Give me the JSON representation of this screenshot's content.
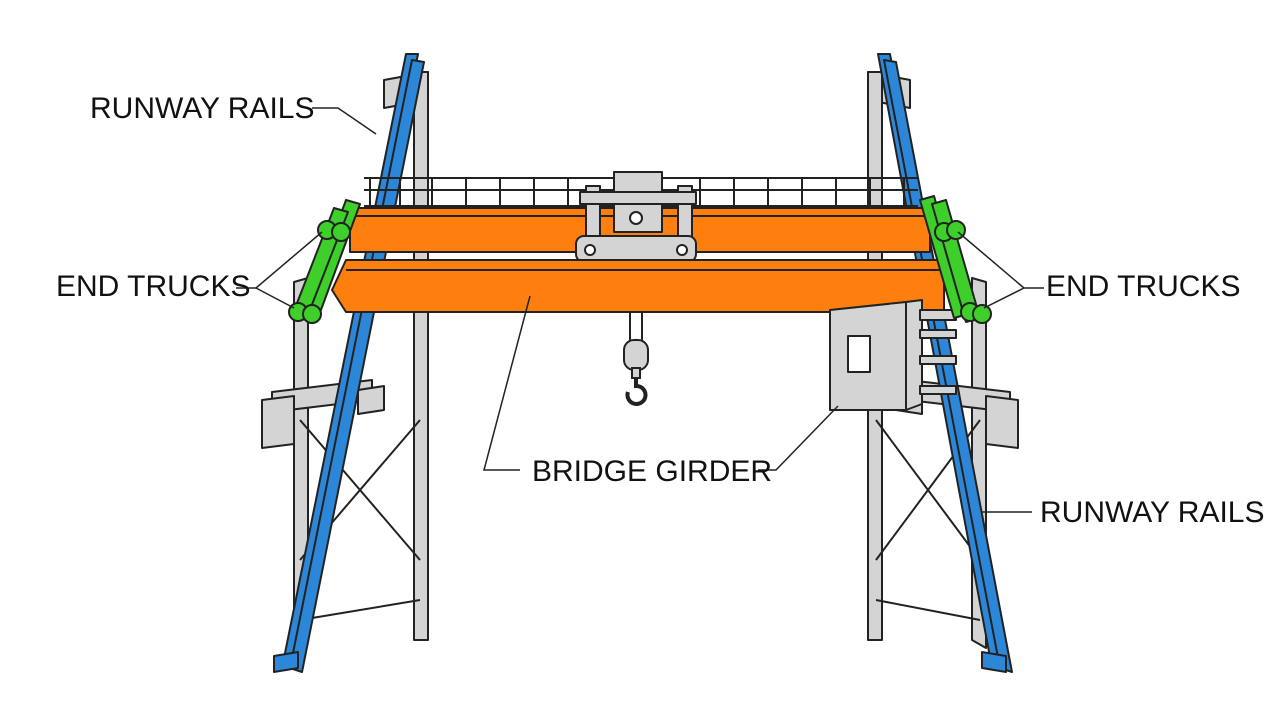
{
  "labels": {
    "runway_rails_left": "RUNWAY RAILS",
    "runway_rails_right": "RUNWAY RAILS",
    "end_trucks_left": "END TRUCKS",
    "end_trucks_right": "END TRUCKS",
    "bridge_girder": "BRIDGE GIRDER"
  },
  "colors": {
    "rail": "#2d87d8",
    "girder": "#ff7f0e",
    "end_truck": "#3fcf2a",
    "frame": "#d4d4d4",
    "outline": "#222222",
    "label": "#111111"
  }
}
